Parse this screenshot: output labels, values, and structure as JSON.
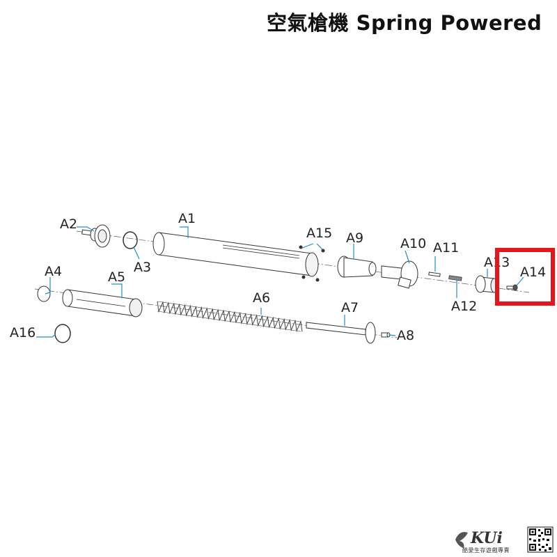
{
  "title": "空氣槍機 Spring Powered",
  "parts": [
    "A1",
    "A2",
    "A3",
    "A4",
    "A5",
    "A6",
    "A7",
    "A8",
    "A9",
    "A10",
    "A11",
    "A12",
    "A13",
    "A14",
    "A15",
    "A16"
  ],
  "highlight_part": "A14",
  "colors": {
    "leader": "#1d8fd6",
    "highlight": "#e8141c",
    "line": "#333333"
  },
  "brand": {
    "logo": "KUi",
    "tagline": "酷愛生存遊戲專賣"
  },
  "icons": [
    "kui-logo-icon",
    "qr-code-icon"
  ]
}
